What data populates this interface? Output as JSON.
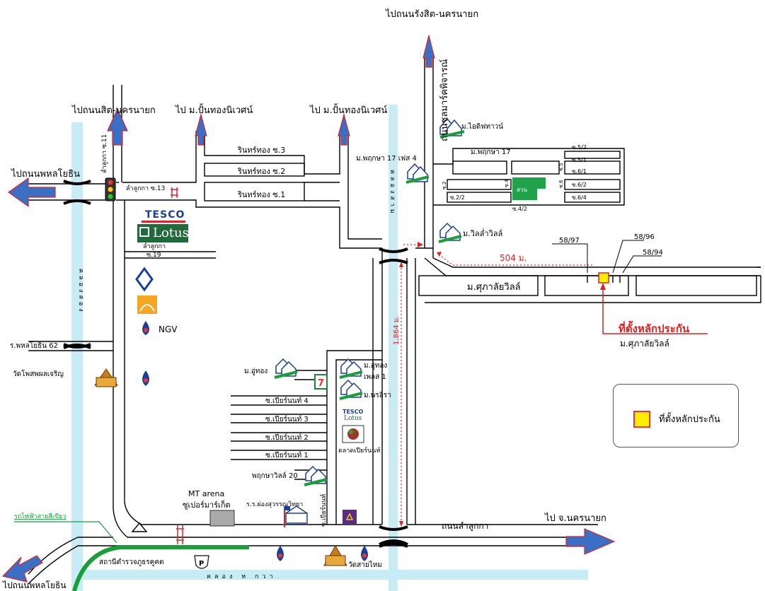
{
  "labels": {
    "to_rangsit_nakhon_nayok": "ไปถนนรังสิต-นครนายก",
    "to_sit_nakhon_nayok": "ไปถนนสิต-นครนายก",
    "to_mu_pun_thong_1": "ไป ม.ปั้นทองนิเวศน์",
    "to_mu_pun_thong_2": "ไป ม.ปั้นทองนิเวศน์",
    "to_phahon_top": "ไปถนนพหลโยธิน",
    "to_phahon_bottom": "ไปถนนพหลโยธิน",
    "to_nakhon_nayok": "ไป จ.นครนายก",
    "road_chonlamarg": "ถนนชลมาร์คพิจารณ์",
    "road_lamlukka": "ถนนลำลูกกา",
    "lamlukka_13": "ลำลูกกา ซ.13",
    "lamlukka_11": "ลำลูกกา ซ.11",
    "lamlukka_under_lotus": "ลำลูกกา",
    "soi_19": "ซ.19",
    "rinthong_3": "รินทร์ทอง  ซ.3",
    "rinthong_2": "รินทร์ทอง  ซ.2",
    "rinthong_1": "รินทร์ทอง  ซ.1",
    "pruksa17_phase4": "ม.พฤกษา 17 เฟส 4",
    "pruksa17": "ม.พฤกษา 17",
    "life_town": "ม.ไอดิฟทาวน์",
    "villa_lam": "ม.วิลล่ำวิลล์",
    "distance_504": "504 ม.",
    "distance_1864": "1,864 ม.",
    "lot_58_97": "58/97",
    "lot_58_96": "58/96",
    "lot_58_94": "58/94",
    "supalai_road": "ม.ศุภาลัยวิลล์",
    "collateral_title": "ที่ตั้งหลักประกัน",
    "collateral_sub": "ม.ศุภาลัยวิลล์",
    "ngv": "NGV",
    "phahon_62": "ร.พหลโยธิน 62",
    "wat_phot": "วัดโพสพผลเจริญ",
    "klong_song": "คลองสอง",
    "klong_sam": "คลองสาม",
    "klong_hok_wa": "คลอง ห กวา",
    "mu_thong": "ม.อู่ทอง",
    "mu_thong_plus": "ม.อู่ทอง",
    "mu_thong_plus_2": "เพลส 1",
    "mu_phon_ira": "ม.พรอิรา",
    "pianan_4": "ซ.เปียร์นนท์ 4",
    "pianan_3": "ซ.เปียร์นนท์ 3",
    "pianan_2": "ซ.เปียร์นนท์ 2",
    "pianan_1": "ซ.เปียร์นนท์ 1",
    "pianan_side": "ซ.เปียร์นนท์",
    "talad_pianan": "ตลาดเปียร์นนท์",
    "pruksa_20": "พฤกษาวิลล์ 20",
    "mt_arena": "MT arena",
    "supermarket": "ซูเปอร์มาร์เก็ต",
    "school": "ร.ร.ผ่องสุวรรณวิทยา",
    "skytrain_green": "รถไฟฟ้าสายสีเขียว",
    "police": "สถานีตำรวจภูธรคูคต",
    "wat_sai_mai": "วัดสายไหม",
    "soi_5_2": "ซ.5/2",
    "soi_5_1": "ซ.5/1",
    "soi_6_1": "ซ.6/1",
    "soi_6_2": "ซ.6/2",
    "soi_6_4": "ซ.6/4",
    "soi_2_2": "ซ.2/2",
    "soi_4_2": "ซ.4/2",
    "soi_2": "ซ.2",
    "soi_4": "ซ.4",
    "soi_5": "ซ.5",
    "soi_6": "ซ.6",
    "park": "สวน",
    "lotus_brand": "Lotus",
    "tesco_brand": "TESCO",
    "tesco_small": "TESCO",
    "lotus_small": "Lotus",
    "parking_p": "P"
  },
  "legend": {
    "label": "ที่ตั้งหลักประกัน",
    "marker_color": "#ffee00"
  },
  "colors": {
    "canal": "#c7ecf5",
    "road_line": "#000000",
    "arrow_fill": "#3a6fc4",
    "arrow_stroke": "#d8262c",
    "collateral_red": "#e02020",
    "park_green": "#1fa24a",
    "skytrain_green": "#1a9e3a"
  }
}
